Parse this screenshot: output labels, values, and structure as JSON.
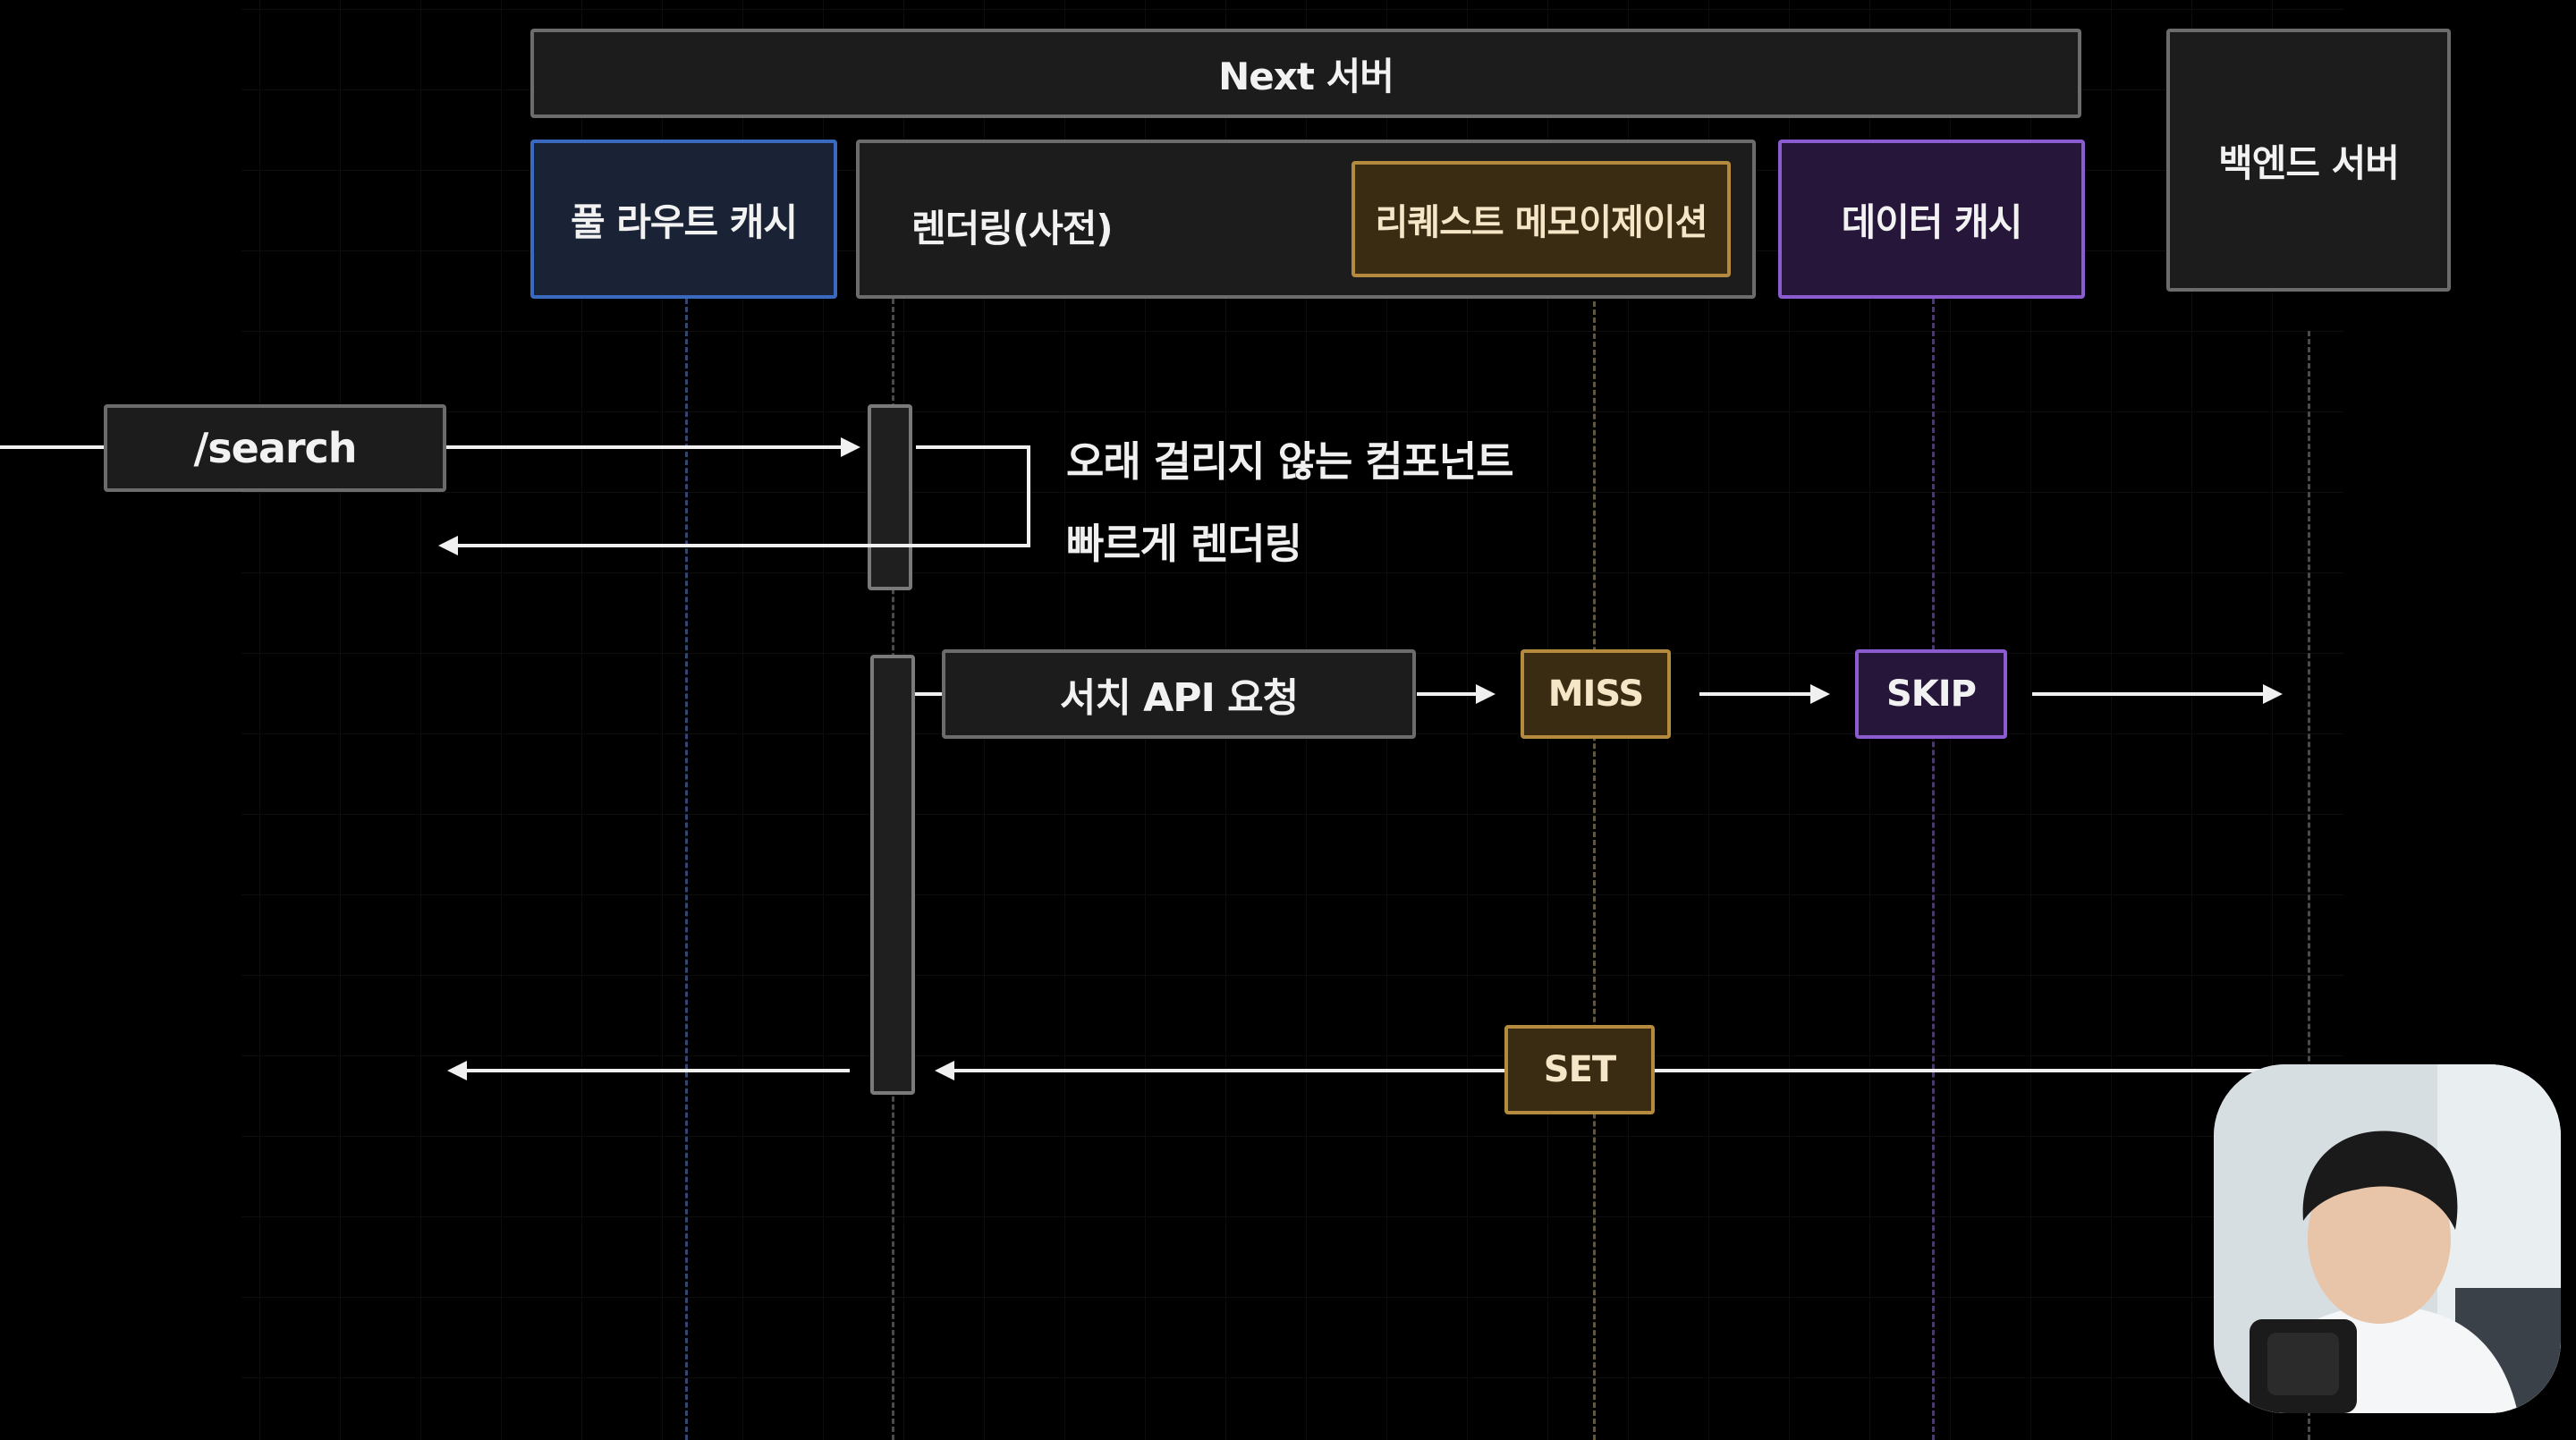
{
  "header": {
    "server_label": "Next 서버"
  },
  "lanes": {
    "full_route_cache": "풀 라우트 캐시",
    "rendering": "렌더링(사전)",
    "request_memo": "리퀘스트 메모이제이션",
    "data_cache": "데이터 캐시",
    "backend": "백엔드 서버"
  },
  "flow": {
    "request_path": "/search",
    "note_line1": "오래 걸리지 않는 컴포넌트",
    "note_line2": "빠르게 렌더링",
    "api_request": "서치 API 요청",
    "miss_badge": "MISS",
    "skip_badge": "SKIP",
    "set_badge": "SET"
  },
  "colors": {
    "full_route_cache": "#3a6ac0",
    "request_memo": "#b38a3e",
    "data_cache": "#8b5ccf",
    "neutral_border": "#6c6c6c"
  }
}
